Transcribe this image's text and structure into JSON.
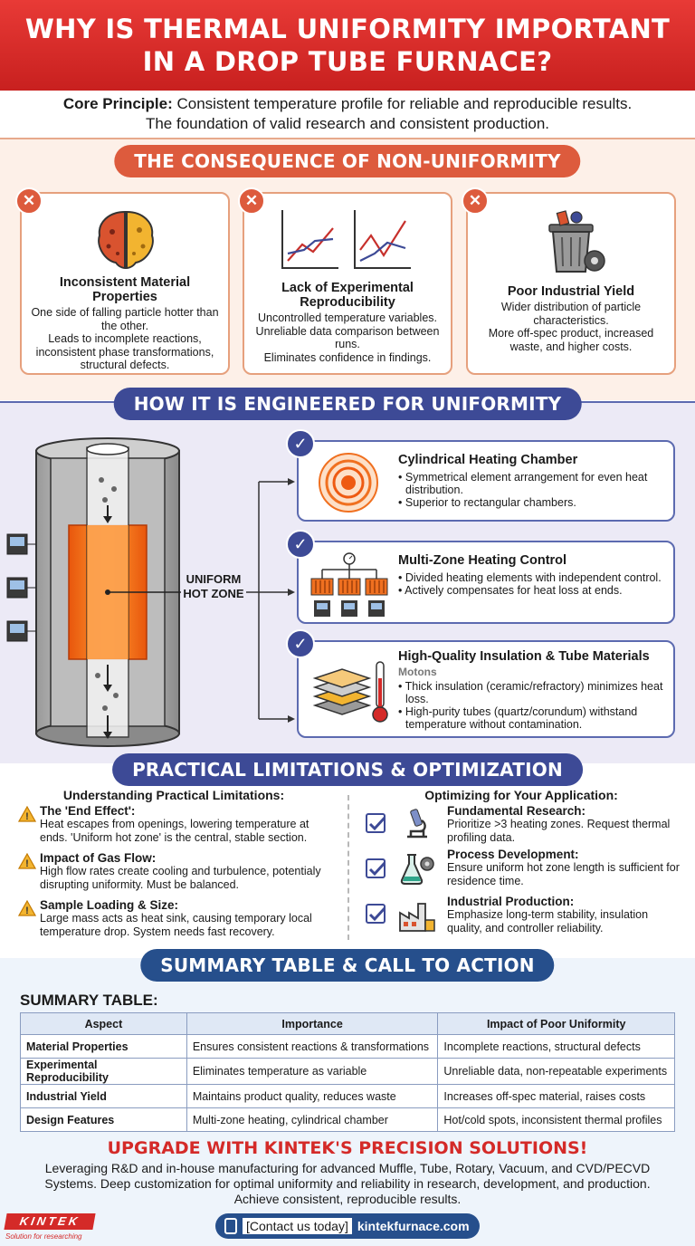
{
  "header": {
    "line1": "WHY IS THERMAL UNIFORMITY IMPORTANT",
    "line2": "IN A DROP TUBE FURNACE?"
  },
  "core": {
    "label": "Core Principle:",
    "text": " Consistent temperature profile for reliable and reproducible results.",
    "line2": "The foundation of valid research and consistent production."
  },
  "consequence": {
    "title": "THE CONSEQUENCE OF NON-UNIFORMITY",
    "cards": [
      {
        "title": "Inconsistent Material Properties",
        "lines": [
          "One side of falling particle hotter than the other.",
          "Leads to incomplete reactions, inconsistent phase transformations, structural defects."
        ]
      },
      {
        "title": "Lack of Experimental Reproducibility",
        "lines": [
          "Uncontrolled temperature variables.",
          "Unreliable data comparison between runs.",
          "Eliminates confidence in findings."
        ]
      },
      {
        "title": "Poor Industrial Yield",
        "lines": [
          "Wider distribution of particle characteristics.",
          "More off-spec product, increased waste, and higher costs."
        ]
      }
    ]
  },
  "engineered": {
    "title": "HOW IT IS ENGINEERED FOR UNIFORMITY",
    "hot_zone_label": "UNIFORM HOT ZONE",
    "hot_zone_line1": "UNIFORM",
    "hot_zone_line2": "HOT ZONE",
    "features": [
      {
        "title": "Cylindrical Heating Chamber",
        "bullets": [
          "Symmetrical element arrangement for even heat distribution.",
          "Superior to rectangular chambers."
        ]
      },
      {
        "title": "Multi-Zone Heating Control",
        "bullets": [
          "Divided heating elements with independent control.",
          "Actively compensates for heat loss at ends."
        ]
      },
      {
        "title": "High-Quality Insulation & Tube Materials",
        "subtitle": "Motons",
        "bullets": [
          "Thick insulation (ceramic/refractory) minimizes heat loss.",
          "High-purity tubes (quartz/corundum) withstand temperature without contamination."
        ]
      }
    ]
  },
  "limitations": {
    "title": "PRACTICAL LIMITATIONS & OPTIMIZATION",
    "left_heading": "Understanding Practical Limitations:",
    "items": [
      {
        "title": "The 'End Effect':",
        "text": "Heat escapes from openings, lowering temperature at ends. 'Uniform hot zone' is the central, stable section."
      },
      {
        "title": "Impact of Gas Flow:",
        "text": "High flow rates create cooling and turbulence, potentialy disrupting uniformity. Must be balanced."
      },
      {
        "title": "Sample Loading & Size:",
        "text": "Large mass acts as heat sink, causing temporary local temperature drop. System needs fast recovery."
      }
    ],
    "right_heading": "Optimizing for Your Application:",
    "optimizations": [
      {
        "title": "Fundamental Research:",
        "text": "Prioritize >3 heating zones. Request thermal profiling data."
      },
      {
        "title": "Process Development:",
        "text": "Ensure uniform hot zone length is sufficient for residence time."
      },
      {
        "title": "Industrial Production:",
        "text": "Emphasize long-term stability, insulation quality, and controller reliability."
      }
    ]
  },
  "summary": {
    "title": "SUMMARY TABLE & CALL TO ACTION",
    "table_heading": "SUMMARY TABLE:",
    "columns": [
      "Aspect",
      "Importance",
      "Impact of Poor Uniformity"
    ],
    "rows": [
      [
        "Material Properties",
        "Ensures consistent reactions & transformations",
        "Incomplete reactions, structural defects"
      ],
      [
        "Experimental Reproducibility",
        "Eliminates temperature as variable",
        "Unreliable data, non-repeatable experiments"
      ],
      [
        "Industrial Yield",
        "Maintains product quality, reduces waste",
        "Increases off-spec material, raises costs"
      ],
      [
        "Design Features",
        "Multi-zone heating, cylindrical chamber",
        "Hot/cold spots, inconsistent thermal profiles"
      ]
    ]
  },
  "cta": {
    "headline": "UPGRADE WITH KINTEK'S PRECISION SOLUTIONS!",
    "line1": "Leveraging R&D and in-house manufacturing for advanced Muffle, Tube, Rotary, Vacuum, and CVD/PECVD",
    "line2": "Systems. Deep customization for optimal uniformity and reliability in research, development, and production.",
    "line3": "Achieve consistent, reproducible results.",
    "button_label": "[Contact us today]",
    "button_url": "kintekfurnace.com",
    "logo": "KINTEK",
    "tagline": "Solution for researching"
  },
  "colors": {
    "red": "#dd5b3d",
    "navy": "#3d4a96",
    "header": "#d42a28",
    "orange": "#f07020"
  }
}
